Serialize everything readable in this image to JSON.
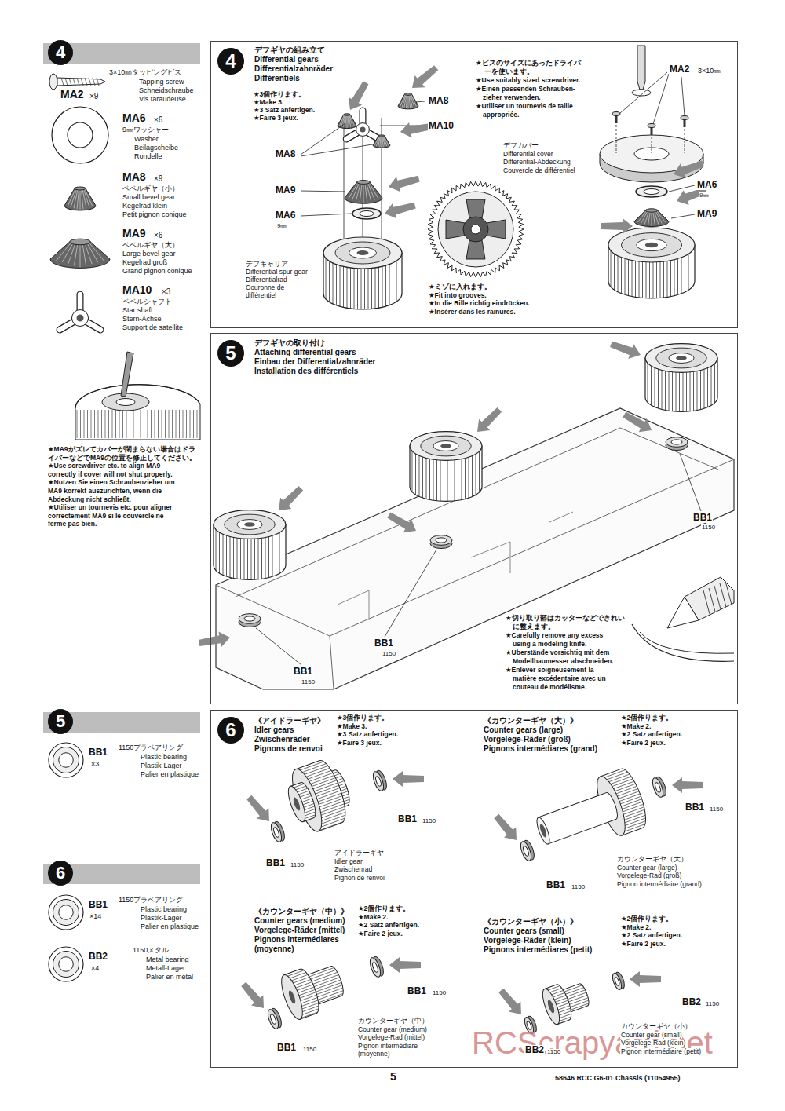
{
  "diagram": {
    "nodes": [
      {
        "text": [
          "4"
        ]
      },
      {
        "text": [
          "デフギヤの組み立て",
          "Differential gears",
          "Differentialzahnräder",
          "Différentiels"
        ]
      },
      {
        "text": [
          "4"
        ],
        "in": 1
      },
      {
        "text": [
          "デフギヤの取り付け",
          "Attaching differential gears",
          "Einbau der Differentialzahnräder",
          "Installation des différentiels"
        ]
      },
      {
        "text": [
          "5"
        ],
        "in": 3
      },
      {
        "text": [
          "5"
        ]
      },
      {
        "text": [
          "6"
        ]
      },
      {
        "text": [
          "《アイドラーギヤ》",
          "Idler gears",
          "Zwischenräder",
          "Pignons de renvoi",
          "《カウンターギヤ（大）》",
          "Counter gears (large)",
          "Vorgelege-Räder (groß)",
          "Pignons intermédiares (grand)",
          "《カウンターギヤ（中）》",
          "Counter gears (medium)",
          "Vorgelege-Räder (mittel)",
          "Pignons intermédiares",
          "(moyenne)",
          "《カウンターギヤ（小）》",
          "Counter gears (small)",
          "Vorgelege-Räder (klein)",
          "Pignons intermédiares (petit)"
        ]
      },
      {
        "text": [
          "6"
        ],
        "in": 7
      }
    ],
    "labels": [
      "3×10㎜タッピングビス",
      "Tapping screw",
      "Schneidschraube",
      "Vis taraudeuse",
      "MA2",
      "×9",
      "MA6",
      "×6",
      "9㎜ワッシャー",
      "Washer",
      "Beilagscheibe",
      "Rondelle",
      "MA8",
      "×9",
      "ベベルギヤ（小）",
      "Small bevel gear",
      "Kegelrad klein",
      "Petit pignon conique",
      "MA9",
      "×6",
      "ベベルギヤ（大）",
      "Large bevel gear",
      "Kegelrad groß",
      "Grand pignon conique",
      "MA10",
      "×3",
      "ベベルシャフト",
      "Star shaft",
      "Stern-Achse",
      "Support de satellite",
      "★MA9がズレてカバーが閉まらない場合はドラ",
      "イバーなどでMA9の位置を修正してください。",
      "★Use screwdriver etc. to align MA9",
      "correctly if cover will not shut properly.",
      "★Nutzen Sie einen Schraubenzieher um",
      "MA9 korrekt auszurichten, wenn die",
      "Abdeckung nicht schließt.",
      "★Utiliser un tournevis etc. pour aligner",
      "correctement MA9 si le couvercle ne",
      "ferme pas bien.",
      "★3個作ります。",
      "★Make 3.",
      "★3 Satz anfertigen.",
      "★Faire 3 jeux.",
      "MA8",
      "MA10",
      "MA8",
      "MA9",
      "MA6",
      "9㎜",
      "デフキャリア",
      "Differential spur gear",
      "Differentialrad",
      "Couronne de",
      "différentiel",
      "★ミゾに入れます。",
      "★Fit into grooves.",
      "★In die Rille richtig eindrücken.",
      "★Insérer dans les rainures.",
      "デフカバー",
      "Differential cover",
      "Differential-Abdeckung",
      "Couvercle de différentiel",
      "★ビスのサイズにあったドライバ",
      "ーを使います。",
      "★Use suitably sized screwdriver.",
      "★Einen passenden Schrauben-",
      "zieher verwenden.",
      "★Utiliser un tournevis de taille",
      "appropriée.",
      "MA2",
      "3×10㎜",
      "MA6",
      "9㎜",
      "MA9",
      "BB1",
      "1150",
      "BB1",
      "1150",
      "BB1",
      "1150",
      "★切り取り部はカッターなどできれい",
      "に整えます。",
      "★Carefully remove any excess",
      "using a modeling knife.",
      "★Überstände vorsichtig mit dem",
      "Modellbaumesser abschneiden.",
      "★Enlever soigneusement la",
      "matière excédentaire avec un",
      "couteau de modélisme.",
      "BB1",
      "×3",
      "1150プラベアリング",
      "Plastic bearing",
      "Plastik-Lager",
      "Palier en plastique",
      "BB1",
      "×14",
      "1150プラベアリング",
      "Plastic bearing",
      "Plastik-Lager",
      "Palier en plastique",
      "BB2",
      "×4",
      "1150メタル",
      "Metal bearing",
      "Metall-Lager",
      "Palier en métal",
      "★3個作ります。",
      "★Make 3.",
      "★3 Satz anfertigen.",
      "★Faire 3 jeux.",
      "★2個作ります。",
      "★Make 2.",
      "★2 Satz anfertigen.",
      "★Faire 2 jeux.",
      "BB1",
      "1150",
      "BB1",
      "1150",
      "アイドラーギヤ",
      "Idler gear",
      "Zwischenrad",
      "Pignon de renvoi",
      "BB1",
      "1150",
      "BB1",
      "1150",
      "カウンターギヤ（大）",
      "Counter gear (large)",
      "Vorgelege-Rad (groß)",
      "Pignon intermédiaire (grand)",
      "★2個作ります。",
      "★Make 2.",
      "★2 Satz anfertigen.",
      "★Faire 2 jeux.",
      "BB1",
      "1150",
      "BB1",
      "1150",
      "カウンターギヤ（中）",
      "Counter gear (medium)",
      "Vorgelege-Rad (mittel)",
      "Pignon intermédiare",
      "(moyenne)",
      "★2個作ります。",
      "★Make 2.",
      "★2 Satz anfertigen.",
      "★Faire 2 jeux.",
      "BB2",
      "1150",
      "BB2",
      "1150",
      "カウンターギヤ（小）",
      "Counter gear (small)",
      "Vorgelege-Rad (klein)",
      "Pignon intermédiaire (petit)",
      "5",
      "58646 RCC G6-01 Chassis (11054955)",
      "RCScrapyard.net"
    ]
  }
}
